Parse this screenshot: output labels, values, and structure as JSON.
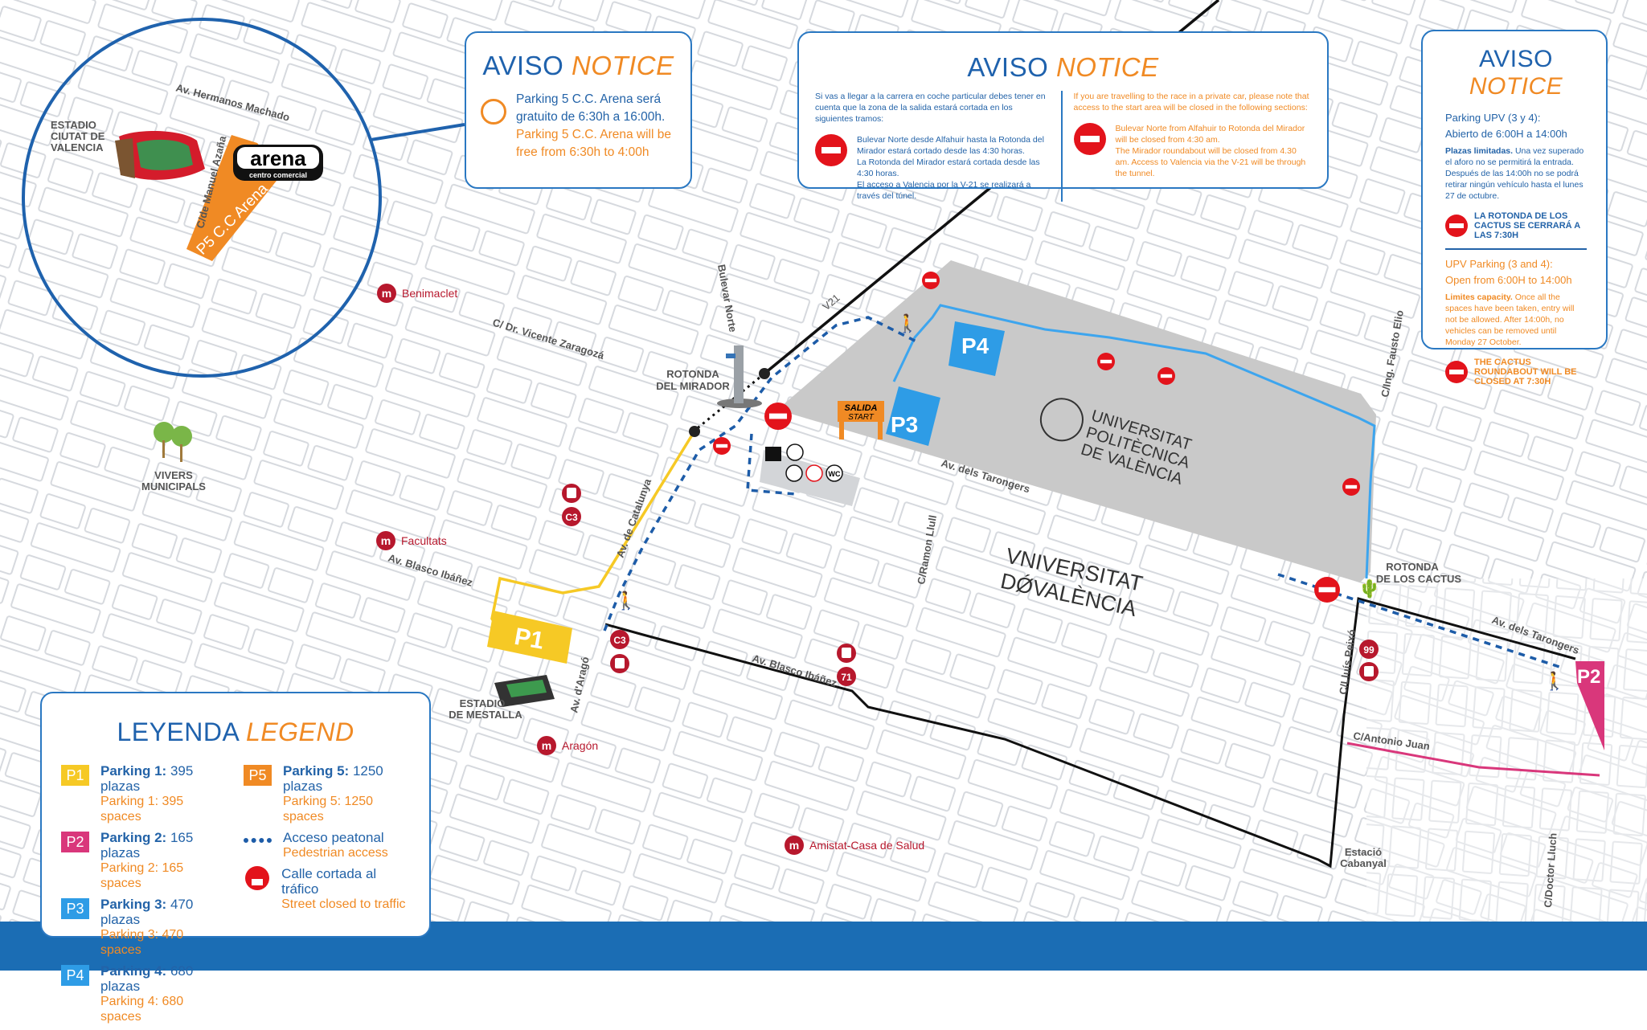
{
  "notice_arena": {
    "title_es": "AVISO",
    "title_en": "NOTICE",
    "icon": "stopwatch-icon",
    "text_es": "Parking 5 C.C. Arena será gratuito de 6:30h a 16:00h.",
    "text_en": "Parking 5 C.C. Arena will be free from 6:30h to 4:00h"
  },
  "notice_access": {
    "title_es": "AVISO",
    "title_en": "NOTICE",
    "intro_es": "Si vas a llegar a la carrera en coche particular debes tener en cuenta que la zona de la salida estará cortada en los siguientes tramos:",
    "detail_es_1": "Bulevar Norte desde Alfahuir hasta la Rotonda del Mirador estará cortado desde las 4:30 horas.",
    "detail_es_2": "La Rotonda del Mirador estará cortada desde las 4:30 horas.",
    "detail_es_3": "El acceso a Valencia por la V-21 se realizará a través del túnel.",
    "intro_en": "If you are travelling to the race in a private car, please note that access to the start area will be closed in the following sections:",
    "detail_en_1": "Bulevar Norte from Alfahuir to Rotonda del Mirador will be closed from 4:30 am.",
    "detail_en_2": "The Mirador roundabout will be closed from 4.30 am. Access to Valencia via the V-21 will be through the tunnel."
  },
  "notice_upv": {
    "title_es": "AVISO",
    "title_en": "NOTICE",
    "head_es_1": "Parking UPV (3 y 4):",
    "head_es_2": "Abierto de 6:00H a 14:00h",
    "bold_es": "Plazas limitadas.",
    "body_es": "Una vez superado el aforo no se permitirá la entrada. Después de las 14:00h no se podrá retirar ningún vehículo hasta el lunes 27 de octubre.",
    "closed_es": "LA ROTONDA DE LOS CACTUS SE CERRARÁ A LAS 7:30H",
    "head_en_1": "UPV Parking  (3 and 4):",
    "head_en_2": "Open from 6:00H to 14:00h",
    "bold_en": "Limites capacity.",
    "body_en": "Once all the spaces have been taken, entry will not be allowed. After 14:00h, no vehicles can be removed until Monday 27 October.",
    "closed_en": "THE CACTUS ROUNDABOUT WILL BE CLOSED AT 7:30H"
  },
  "legend": {
    "title_es": "LEYENDA",
    "title_en": "LEGEND",
    "parkings": [
      {
        "badge": "P1",
        "color": "#f6c925",
        "name_es": "Parking 1:",
        "val_es": "395 plazas",
        "en": "Parking 1: 395 spaces"
      },
      {
        "badge": "P2",
        "color": "#d9377b",
        "name_es": "Parking 2:",
        "val_es": "165 plazas",
        "en": "Parking 2: 165 spaces"
      },
      {
        "badge": "P3",
        "color": "#2e9ce6",
        "name_es": "Parking 3:",
        "val_es": "470 plazas",
        "en": "Parking 3: 470 spaces"
      },
      {
        "badge": "P4",
        "color": "#2e9ce6",
        "name_es": "Parking 4:",
        "val_es": "680 plazas",
        "en": "Parking 4: 680 spaces"
      },
      {
        "badge": "P5",
        "color": "#f08a24",
        "name_es": "Parking 5:",
        "val_es": "1250 plazas",
        "en": "Parking 5: 1250 spaces"
      }
    ],
    "pedestrian_es": "Acceso peatonal",
    "pedestrian_en": "Pedestrian access",
    "closed_es": "Calle cortada al tráfico",
    "closed_en": "Street closed to traffic"
  },
  "inset": {
    "street": "Av. Hermanos Machado",
    "stadium": [
      "ESTADIO",
      "CIUTAT DE",
      "VALENCIA"
    ],
    "side_street": "C/de Manuel Azaña",
    "parking": "P5 C.C Arena",
    "logo_main": "arena",
    "logo_sub": "centro comercial"
  },
  "map": {
    "parkings": {
      "p1": "P1",
      "p2": "P2",
      "p3": "P3",
      "p4": "P4"
    },
    "start_es": "SALIDA",
    "start_en": "START",
    "streets": {
      "bulevar_norte": "Bulevar Norte",
      "vicente_zaragoza": "C/ Dr. Vicente Zaragozá",
      "v21": "V21",
      "tarongers": "Av. dels Tarongers",
      "tarongers_2": "Av. dels Tarongers",
      "ramon_llull": "C/Ramon Llull",
      "catalunya": "Av. de Catalunya",
      "blasco_1": "Av. Blasco Ibáñez",
      "blasco_2": "Av. Blasco Ibáñez",
      "arago": "Av. d'Aragó",
      "fausto_elio": "C/Ing. Fausto Elio",
      "lluis_peixo": "C/Lluís Peixó",
      "antonio_juan": "C/Antonio Juan",
      "doctor_lluch": "C/Doctor Lluch"
    },
    "places": {
      "mirador": [
        "ROTONDA",
        "DEL MIRADOR"
      ],
      "cactus": [
        "ROTONDA",
        "DE LOS CACTUS"
      ],
      "mestalla": [
        "ESTADIO",
        "DE MESTALLA"
      ],
      "vivers": [
        "VIVERS",
        "MUNICIPALS"
      ],
      "cabanyal": [
        "Estació",
        "Cabanyal"
      ],
      "upv": [
        "UNIVERSITAT",
        "POLITÈCNICA",
        "DE VALÈNCIA"
      ],
      "uv": [
        "VNIVERSITAT",
        "DǾVALÈNCIA"
      ]
    },
    "metro": [
      "Benimaclet",
      "Facultats",
      "Aragón",
      "Amistat-Casa de Salud"
    ],
    "bus_lines": [
      "C3",
      "C3",
      "71",
      "99"
    ],
    "services": [
      "cloakroom-icon",
      "scooter-icon",
      "bicycle-icon",
      "fire-extinguisher-icon",
      "WC"
    ]
  }
}
